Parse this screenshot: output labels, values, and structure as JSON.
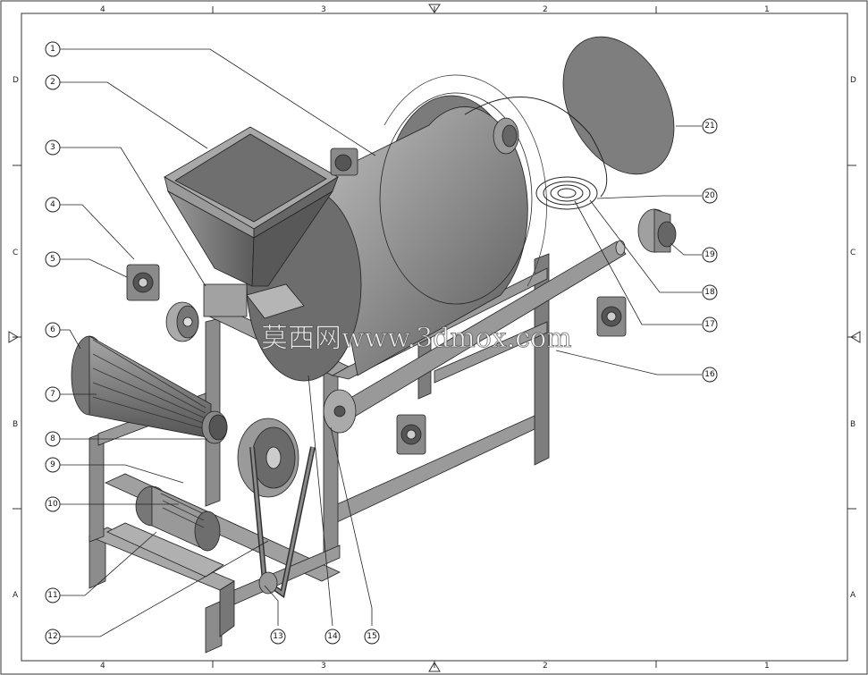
{
  "frame": {
    "top_columns": [
      "4",
      "3",
      "2",
      "1"
    ],
    "bottom_columns": [
      "4",
      "3",
      "2",
      "1"
    ],
    "left_rows": [
      "D",
      "C",
      "B",
      "A"
    ],
    "right_rows": [
      "D",
      "C",
      "B",
      "A"
    ]
  },
  "watermark": "莫西网www.3dmox.com",
  "balloons": [
    "1",
    "2",
    "3",
    "4",
    "5",
    "6",
    "7",
    "8",
    "9",
    "10",
    "11",
    "12",
    "13",
    "14",
    "15",
    "16",
    "17",
    "18",
    "19",
    "20",
    "21"
  ],
  "colors": {
    "part_fill": "#8a8a8a",
    "part_dark": "#5e5e5e",
    "part_light": "#b5b5b5",
    "line": "#222222"
  }
}
